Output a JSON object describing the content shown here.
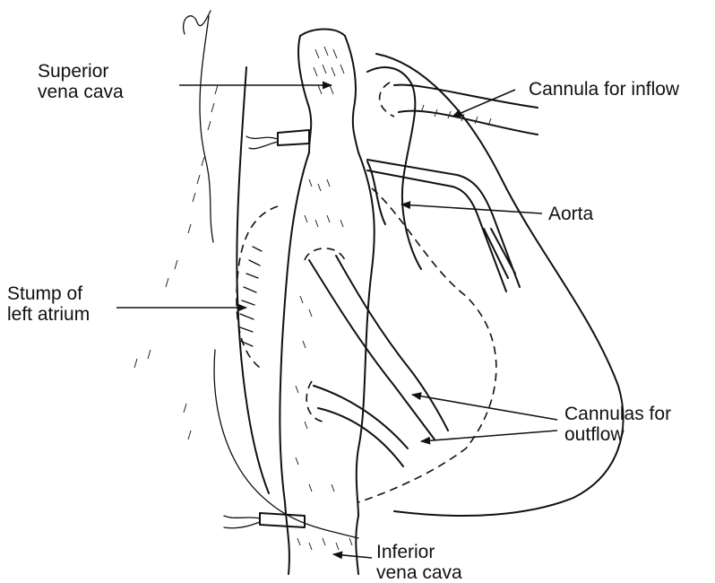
{
  "labels": {
    "svc": [
      "Superior",
      "vena cava"
    ],
    "cannula_inflow": "Cannula for inflow",
    "aorta": "Aorta",
    "stump": [
      "Stump of",
      "left atrium"
    ],
    "cannulas_outflow": [
      "Cannulas for",
      "outflow"
    ],
    "ivc": [
      "Inferior",
      "vena cava"
    ]
  },
  "colors": {
    "ink": "#111111",
    "background": "#ffffff"
  }
}
